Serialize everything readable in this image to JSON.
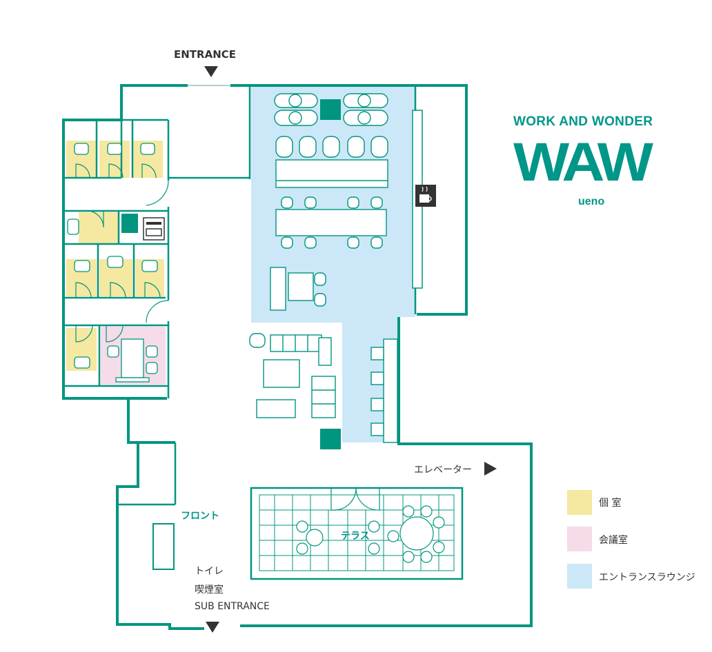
{
  "labels": {
    "entrance": "ENTRANCE",
    "sub_entrance": "SUB ENTRANCE",
    "toilet": "トイレ",
    "smoking": "喫煙室",
    "front": "フロント",
    "elevator": "エレベーター",
    "terrace": "テラス"
  },
  "logo": {
    "tagline": "WORK AND WONDER",
    "mark": "WAW",
    "location": "ueno"
  },
  "legend": [
    {
      "label": "個 室",
      "color": "#f5e8a0"
    },
    {
      "label": "会議室",
      "color": "#f6dbe9"
    },
    {
      "label": "エントランスラウンジ",
      "color": "#cce7f7"
    }
  ],
  "colors": {
    "wall": "#00957f",
    "private_room": "#f5e8a0",
    "meeting_room": "#f6dbe9",
    "lounge": "#cce7f7"
  },
  "icons": [
    "coffee-icon",
    "printer-icon",
    "down-arrow-icon",
    "right-arrow-icon"
  ]
}
